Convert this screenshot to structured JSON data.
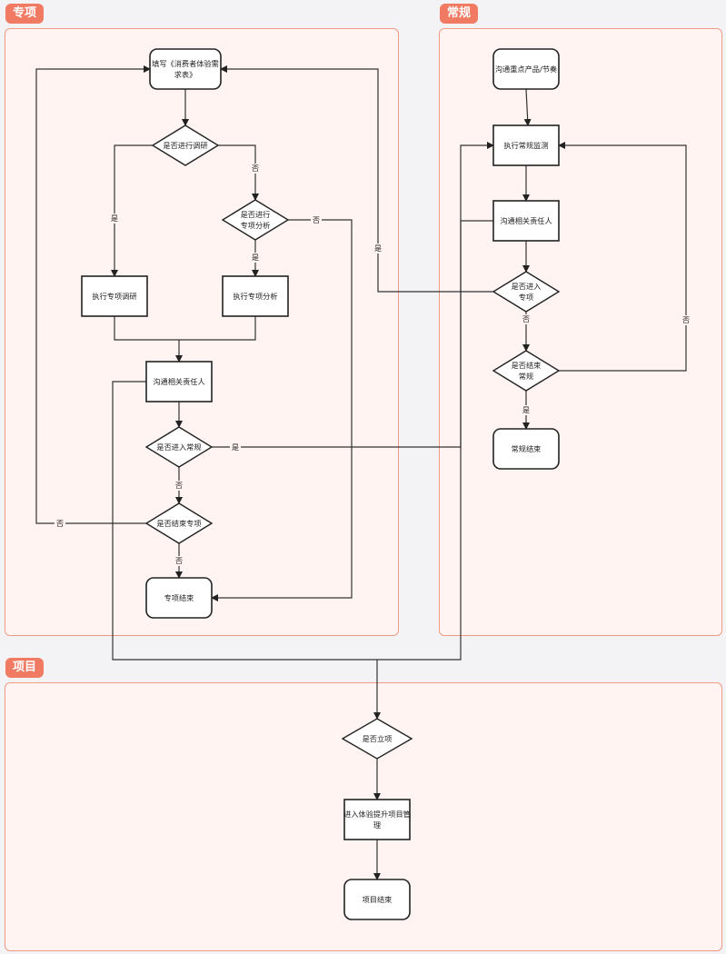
{
  "lanes": {
    "special": "专项",
    "routine": "常规",
    "project": "项目"
  },
  "nodes": {
    "fill_form": [
      "填写《消费者体验需",
      "求表》"
    ],
    "d_research": [
      "是否进行调研"
    ],
    "d_analysis": [
      "是否进行",
      "专项分析"
    ],
    "do_research": [
      "执行专项调研"
    ],
    "do_analysis": [
      "执行专项分析"
    ],
    "comm_owner_left": [
      "沟通相关责任人"
    ],
    "d_enter_routine": [
      "是否进入常规"
    ],
    "d_end_special": [
      "是否结束专项"
    ],
    "special_end": [
      "专项结束"
    ],
    "comm_key_products": [
      "沟通重点产品/节奏"
    ],
    "routine_monitor": [
      "执行常规监测"
    ],
    "comm_owner_right": [
      "沟通相关责任人"
    ],
    "d_enter_special": [
      "是否进入",
      "专项"
    ],
    "d_end_routine": [
      "是否结束",
      "常规"
    ],
    "routine_end": [
      "常规结束"
    ],
    "d_setup_project": [
      "是否立项"
    ],
    "exp_improve": [
      "进入体验提升项目管",
      "理"
    ],
    "project_end": [
      "项目结束"
    ]
  },
  "edge_labels": {
    "yes": "是",
    "no": "否"
  }
}
